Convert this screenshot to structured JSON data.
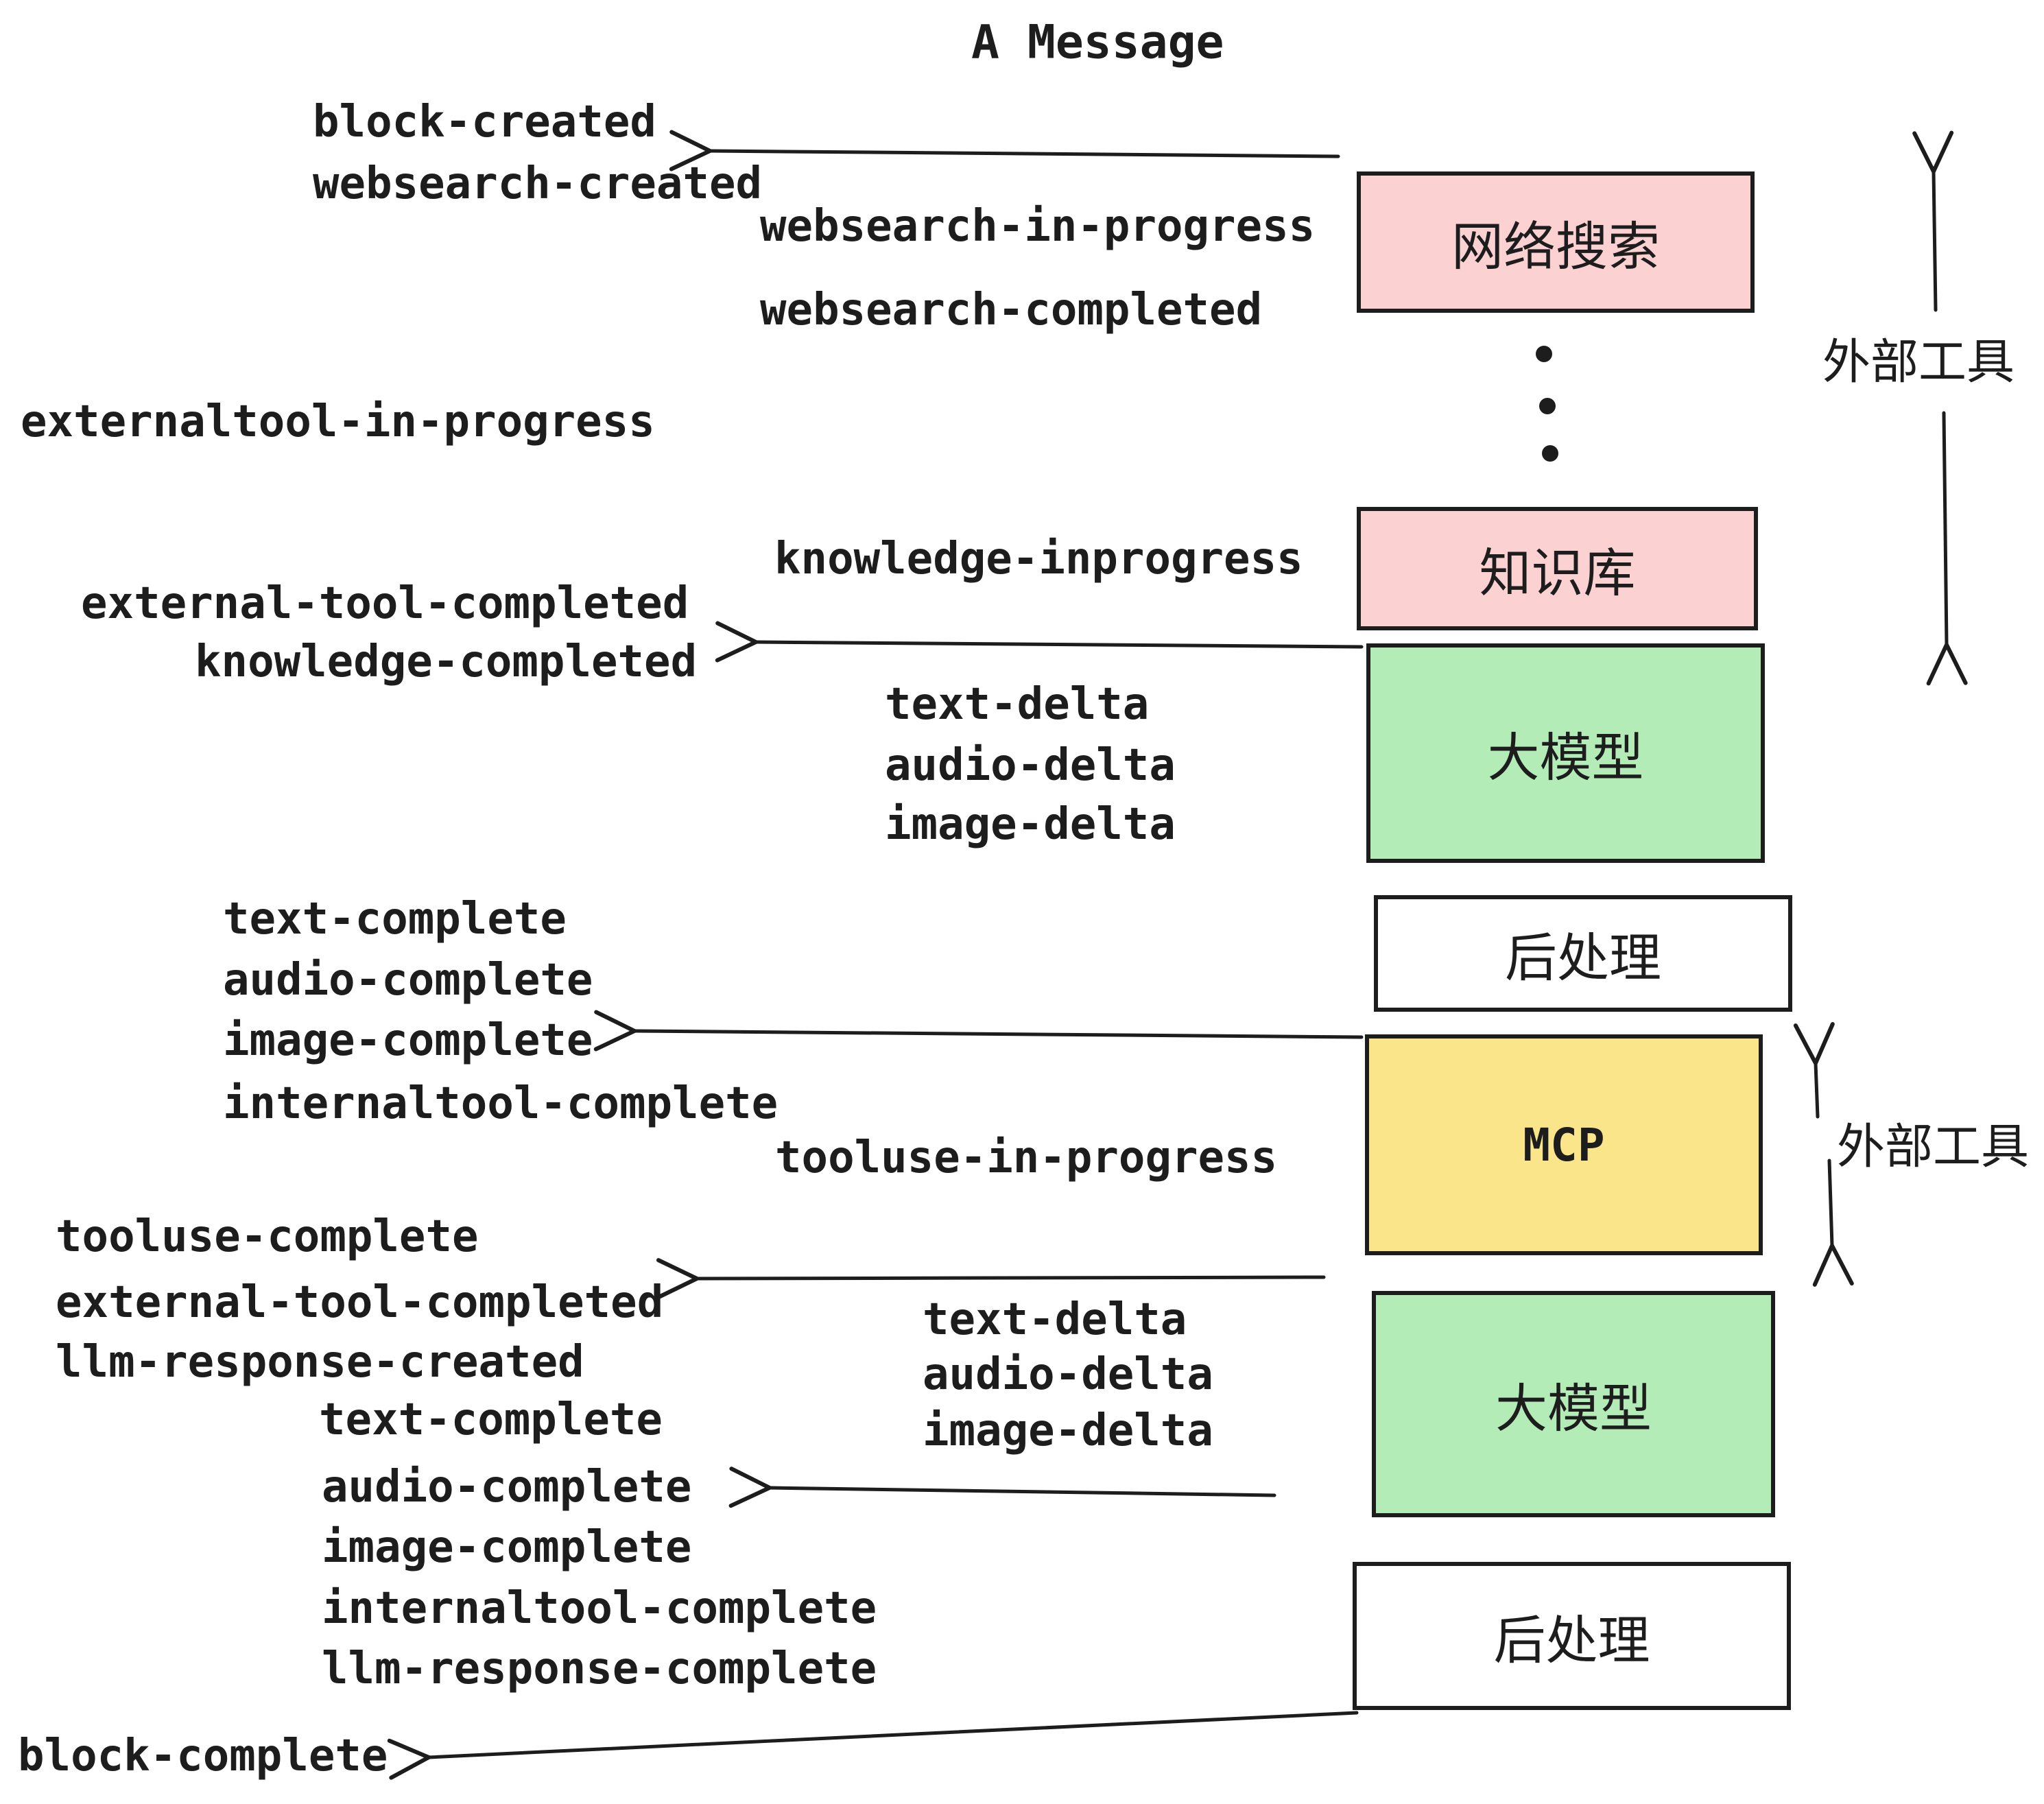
{
  "title": "A Message",
  "boxes": [
    {
      "id": "websearch",
      "label": "网络搜索",
      "color": "#FCD1D2"
    },
    {
      "id": "knowledge",
      "label": "知识库",
      "color": "#FCD1D2"
    },
    {
      "id": "llm1",
      "label": "大模型",
      "color": "#B4ECB8"
    },
    {
      "id": "post1",
      "label": "后处理",
      "color": "#FFFFFF"
    },
    {
      "id": "mcp",
      "label": "MCP",
      "color": "#FAE58B"
    },
    {
      "id": "llm2",
      "label": "大模型",
      "color": "#B4ECB8"
    },
    {
      "id": "post2",
      "label": "后处理",
      "color": "#FFFFFF"
    }
  ],
  "annotations": {
    "external_tools_top": "外部工具",
    "external_tools_mid": "外部工具"
  },
  "events": [
    {
      "text": "block-created"
    },
    {
      "text": "websearch-created"
    },
    {
      "text": "websearch-in-progress"
    },
    {
      "text": "websearch-completed"
    },
    {
      "text": "externaltool-in-progress"
    },
    {
      "text": "knowledge-inprogress"
    },
    {
      "text": "external-tool-completed"
    },
    {
      "text": "knowledge-completed"
    },
    {
      "text": "text-delta"
    },
    {
      "text": "audio-delta"
    },
    {
      "text": "image-delta"
    },
    {
      "text": "text-complete"
    },
    {
      "text": "audio-complete"
    },
    {
      "text": "image-complete"
    },
    {
      "text": "internaltool-complete"
    },
    {
      "text": "tooluse-in-progress"
    },
    {
      "text": "tooluse-complete"
    },
    {
      "text": "external-tool-completed"
    },
    {
      "text": "llm-response-created"
    },
    {
      "text": "text-complete"
    },
    {
      "text": "audio-complete"
    },
    {
      "text": "image-complete"
    },
    {
      "text": "internaltool-complete"
    },
    {
      "text": "llm-response-complete"
    },
    {
      "text": "block-complete"
    },
    {
      "text": "text-delta"
    },
    {
      "text": "audio-delta"
    },
    {
      "text": "image-delta"
    }
  ],
  "colors": {
    "ink": "#1d1d1d",
    "pink": "#FCD1D2",
    "green": "#B4ECB8",
    "yellow": "#FAE58B",
    "white": "#FFFFFF"
  }
}
